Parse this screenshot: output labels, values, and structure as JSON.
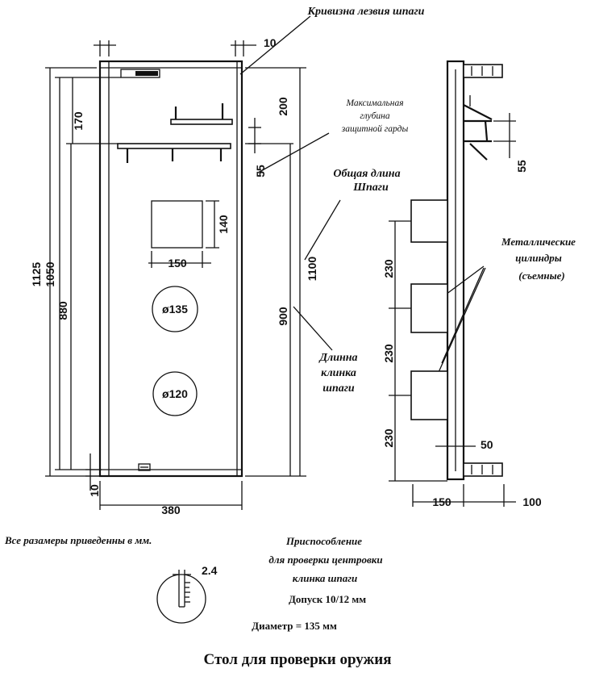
{
  "labels": {
    "blade_curvature": "Кривизна лезвия шпаги",
    "max_depth_l1": "Максимальная",
    "max_depth_l2": "глубина",
    "max_depth_l3": "защитной гарды",
    "total_length_l1": "Общая длина",
    "total_length_l2": "Шпаги",
    "blade_length_l1": "Длинна",
    "blade_length_l2": "клинка",
    "blade_length_l3": "шпаги",
    "metal_l1": "Металлические",
    "metal_l2": "цилиндры",
    "metal_l3": "(съемные)",
    "all_dims": "Все разамеры приведенны в мм.",
    "device_l1": "Приспособление",
    "device_l2": "для проверки центровки",
    "device_l3": "клинка шпаги",
    "tolerance": "Допуск 10/12 мм",
    "diameter": "Диаметр  = 135 мм",
    "caption": "Стол для проверки оружия"
  },
  "dims": {
    "d10_top": "10",
    "d170": "170",
    "d200": "200",
    "d55_front": "55",
    "d140": "140",
    "d150_square": "150",
    "d135": "ø135",
    "d120": "ø120",
    "d1125": "1125",
    "d1050": "1050",
    "d880": "880",
    "d1100": "1100",
    "d900": "900",
    "d10_bottom": "10",
    "d380": "380",
    "d55_side": "55",
    "d230_a": "230",
    "d230_b": "230",
    "d230_c": "230",
    "d50": "50",
    "d150_side": "150",
    "d100": "100",
    "d2_4": "2.4"
  }
}
